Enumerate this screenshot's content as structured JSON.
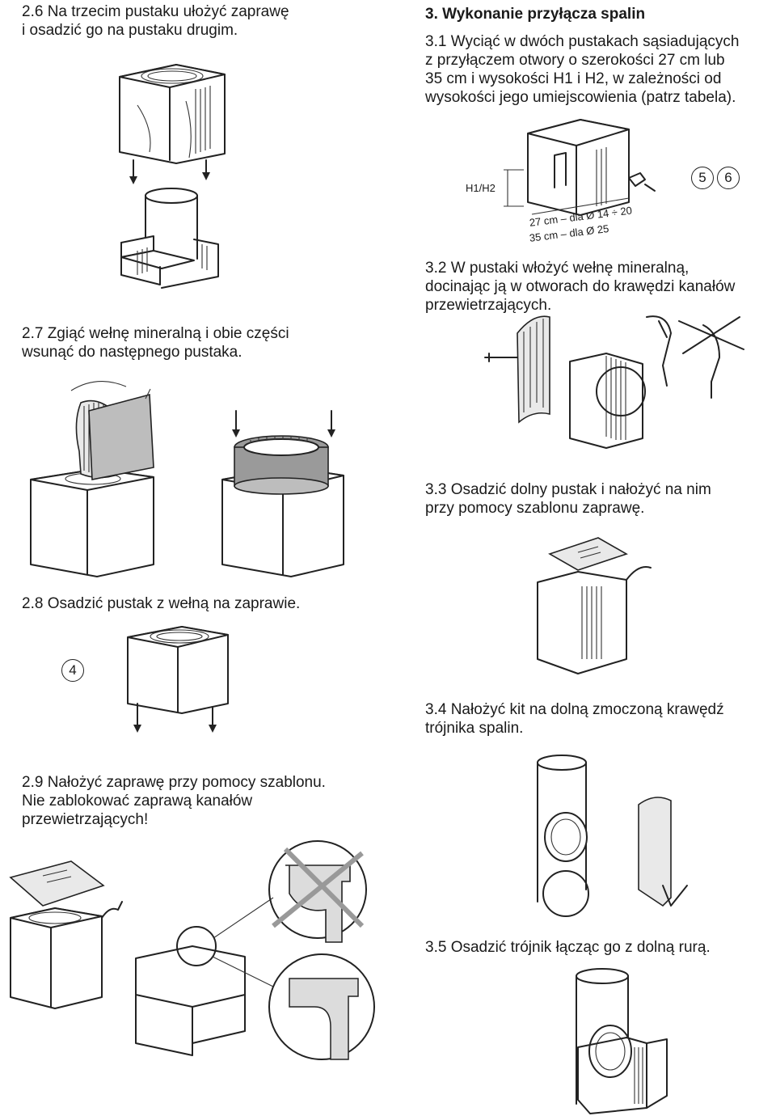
{
  "left": {
    "s26": "2.6 Na trzecim pustaku ułożyć zaprawę\ni osadzić go na pustaku drugim.",
    "s27": "2.7 Zgiąć wełnę mineralną i obie części\nwsunąć do następnego pustaka.",
    "s28": "2.8 Osadzić pustak z wełną na zaprawie.",
    "s28_badge": "4",
    "s29": "2.9 Nałożyć zaprawę przy pomocy szablonu.\nNie zablokować zaprawą kanałów\nprzewietrzających!"
  },
  "right": {
    "heading": "3. Wykonanie przyłącza spalin",
    "s31": "3.1 Wyciąć w dwóch pustakach sąsiadujących\nz  przyłączem otwory o szerokości 27 cm lub\n35 cm i wysokości H1 i H2, w zależności od\nwysokości jego umiejscowienia (patrz tabela).",
    "s31_badges": [
      "5",
      "6"
    ],
    "s31_label_h": "H1/H2",
    "s31_dim_1": "27 cm – dla Ø 14 ÷ 20",
    "s31_dim_2": "35 cm – dla Ø 25",
    "s32": "3.2 W pustaki włożyć wełnę mineralną,\n docinając ją w otworach do krawędzi kanałów\nprzewietrzających.",
    "s33": "3.3 Osadzić dolny pustak i nałożyć na nim\nprzy pomocy szablonu zaprawę.",
    "s34": "3.4 Nałożyć kit na dolną zmoczoną krawędź\ntrójnika spalin.",
    "s35": "3.5 Osadzić trójnik łącząc go z dolną rurą."
  }
}
